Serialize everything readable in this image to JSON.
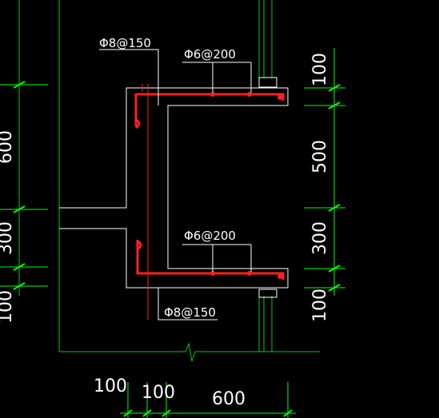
{
  "colors": {
    "background": "#000000",
    "outline": "#ffffff",
    "rebar": "#ff2020",
    "dimension": "#00ff00",
    "grid": "#00cc00",
    "label": "#ffffff"
  },
  "labels": {
    "rebar_top_vertical": "Φ8@150",
    "rebar_top_horizontal": "Φ6@200",
    "rebar_bottom_horizontal": "Φ6@200",
    "rebar_bottom_vertical": "Φ8@150"
  },
  "dimensions": {
    "left_600": "600",
    "left_300": "300",
    "left_100": "100",
    "right_100_top": "100",
    "right_500": "500",
    "right_300": "300",
    "right_100_bottom": "100",
    "bottom_100_left": "100",
    "bottom_100_right": "100",
    "bottom_600": "600"
  }
}
